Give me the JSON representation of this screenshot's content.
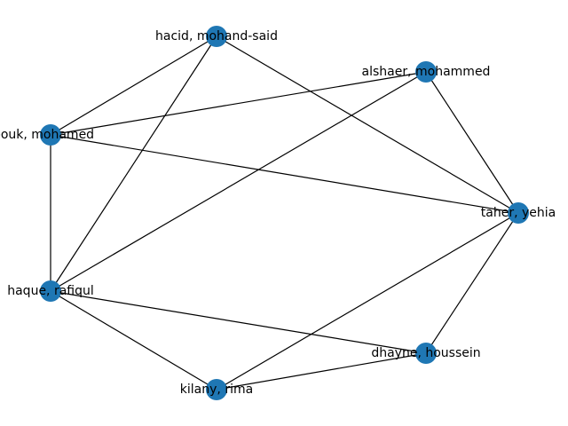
{
  "graph": {
    "node_color": "#1f77b4",
    "edge_color": "#000000",
    "label_color": "#000000",
    "nodes": [
      {
        "id": "hacid",
        "label": "hacid, mohand-said"
      },
      {
        "id": "alshaer",
        "label": "alshaer, mohammed"
      },
      {
        "id": "dbouk",
        "label": "bouk, mohamed"
      },
      {
        "id": "taher",
        "label": "taher, yehia"
      },
      {
        "id": "haque",
        "label": "haque, rafiqul"
      },
      {
        "id": "dhayne",
        "label": "dhayne, houssein"
      },
      {
        "id": "kilany",
        "label": "kilany, rima"
      }
    ],
    "edges": [
      [
        "hacid",
        "dbouk"
      ],
      [
        "hacid",
        "haque"
      ],
      [
        "hacid",
        "taher"
      ],
      [
        "alshaer",
        "dbouk"
      ],
      [
        "alshaer",
        "haque"
      ],
      [
        "alshaer",
        "taher"
      ],
      [
        "dbouk",
        "taher"
      ],
      [
        "dbouk",
        "haque"
      ],
      [
        "taher",
        "dhayne"
      ],
      [
        "taher",
        "kilany"
      ],
      [
        "haque",
        "dhayne"
      ],
      [
        "haque",
        "kilany"
      ],
      [
        "dhayne",
        "kilany"
      ]
    ]
  }
}
